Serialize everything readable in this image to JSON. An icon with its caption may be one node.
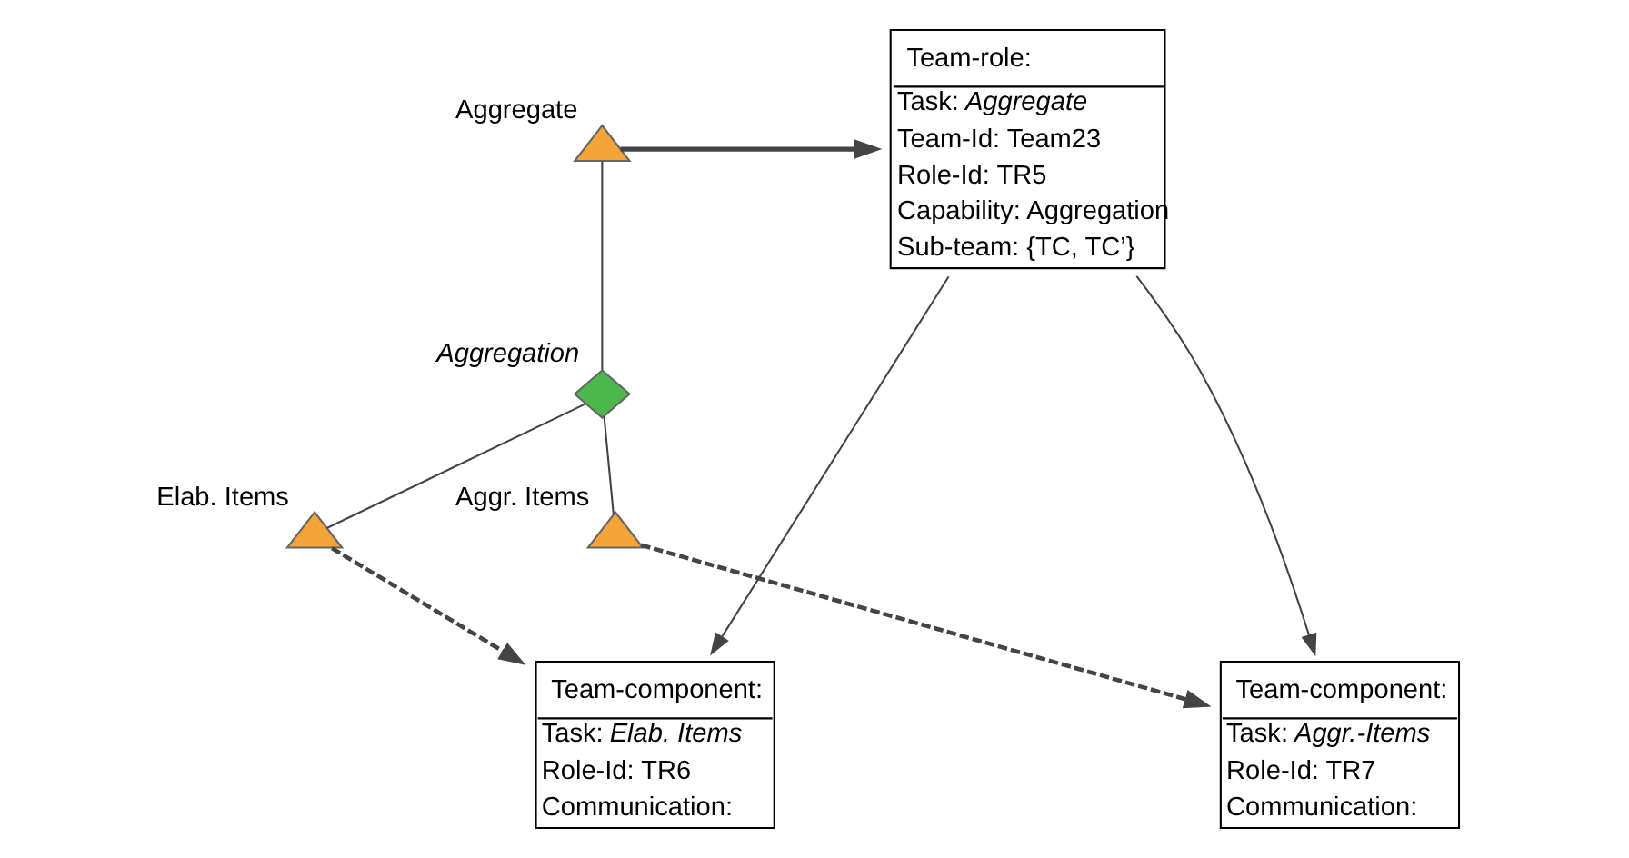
{
  "diagram": {
    "nodes": [
      {
        "text": [],
        "shape": "triangle",
        "beside": [
          "Aggregate"
        ]
      },
      {
        "text": [],
        "shape": "diamond",
        "beside": [
          "*Aggregation*"
        ]
      },
      {
        "text": [],
        "shape": "triangle",
        "beside": [
          "Elab. Items"
        ]
      },
      {
        "text": [],
        "shape": "triangle",
        "beside": [
          "Aggr. Items"
        ]
      },
      {
        "text": [
          "Team-role:",
          "Task: *Aggregate*",
          "Team-Id: Team23",
          "Role-Id: TR5",
          "Capability: Aggregation",
          "Sub-team: {TC, TC’}"
        ]
      },
      {
        "text": [
          "Team-component:",
          "Task: *Elab. Items*",
          "Role-Id: TR6",
          "Communication:"
        ]
      },
      {
        "text": [
          "Team-component:",
          "Task: *Aggr.-Items*",
          "Role-Id: TR7",
          "Communication:"
        ]
      }
    ],
    "edges": [
      {
        "from": 0,
        "to": 1,
        "arrow": "none"
      },
      {
        "from": 1,
        "to": 2,
        "arrow": "none"
      },
      {
        "from": 1,
        "to": 3,
        "arrow": "none"
      },
      {
        "from": 0,
        "to": 4,
        "arrow": "to",
        "style": "thick"
      },
      {
        "from": 4,
        "to": 5,
        "arrow": "to"
      },
      {
        "from": 4,
        "to": 6,
        "arrow": "to"
      },
      {
        "from": 2,
        "to": 5,
        "arrow": "to",
        "style": "dashed"
      },
      {
        "from": 3,
        "to": 6,
        "arrow": "to",
        "style": "dashed"
      }
    ]
  }
}
